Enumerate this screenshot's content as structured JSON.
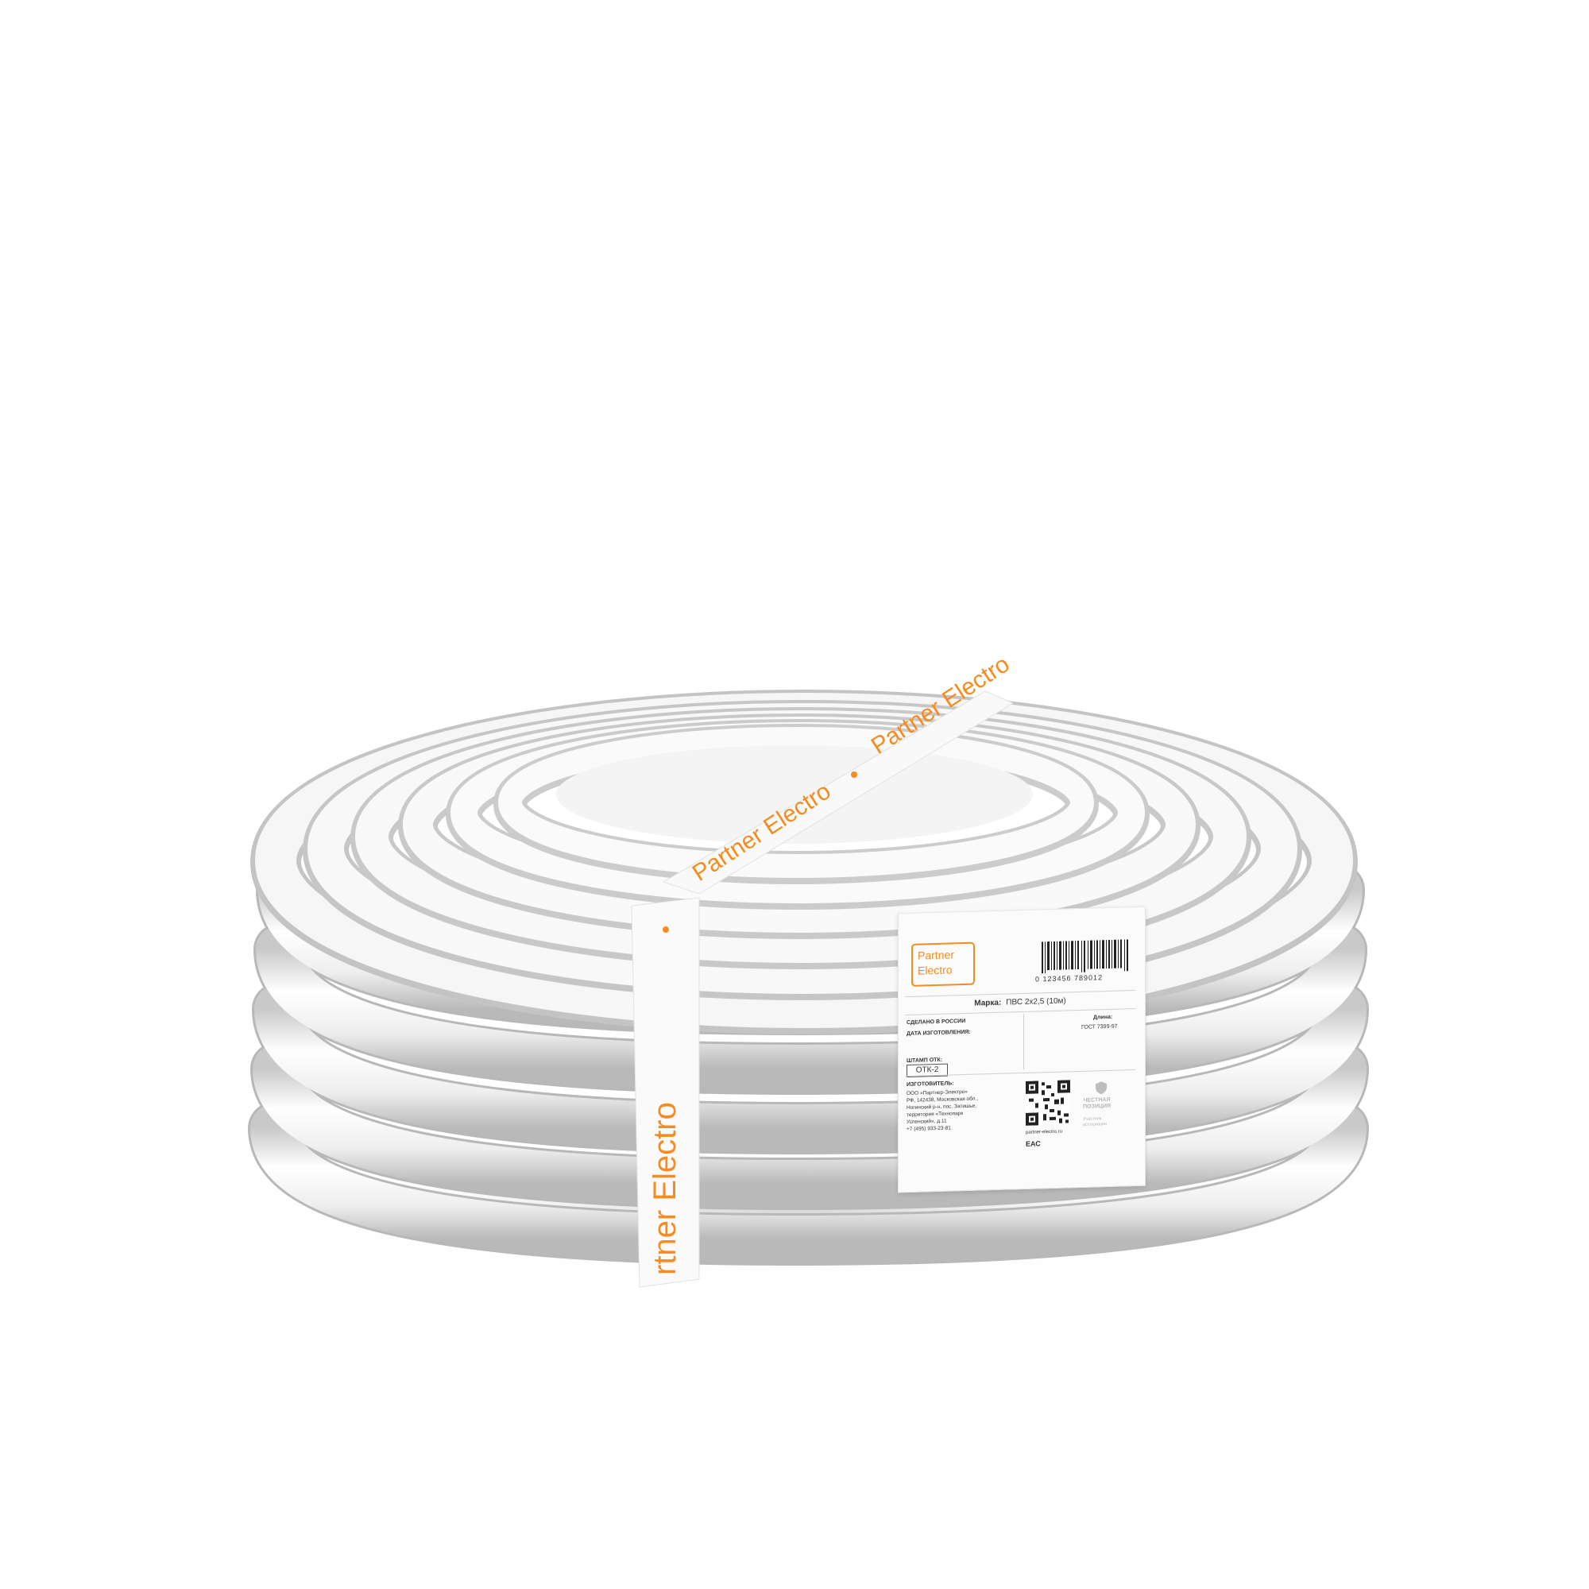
{
  "colors": {
    "brand_orange": "#f68b1f",
    "cable_white": "#f2f2f2",
    "shadow": "#c8c8c8"
  },
  "band": {
    "text_top": "Partner Electro",
    "text_front": "Partner Electro",
    "text_vertical": "rtner Electro"
  },
  "label": {
    "logo_line1": "Partner",
    "logo_line2": "Electro",
    "barcode_number": "0 123456 789012",
    "mark_label": "Марка:",
    "mark_value": "ПВС 2х2,5 (10м)",
    "made_in": "СДЕЛАНО В РОССИИ",
    "manufacture_date_label": "ДАТА ИЗГОТОВЛЕНИЯ:",
    "length_label": "Длина:",
    "gost": "ГОСТ 7399-97",
    "stamp_label": "ШТАМП ОТК:",
    "stamp_value": "ОТК-2",
    "manufacturer_label": "ИЗГОТОВИТЕЛЬ:",
    "address_lines": [
      "ООО «Партнер-Электро»",
      "РФ, 142438, Московская обл.,",
      "Ногинский р-н, пос. Затишье,",
      "территория «Технопарк",
      "Успенский», д.11",
      "+7 (495) 933-23-81"
    ],
    "website": "partner-electro.ru",
    "eac": "ЕАС",
    "honest_sign_line1": "ЧЕСТНАЯ",
    "honest_sign_line2": "ПОЗИЦИЯ",
    "association_line1": "Участник",
    "association_line2": "ассоциации"
  }
}
